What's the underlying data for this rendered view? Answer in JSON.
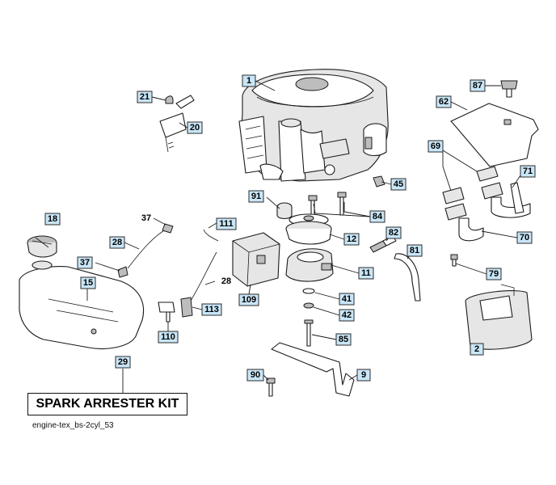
{
  "kit_label": "SPARK ARRESTER KIT",
  "reference_code": "engine-tex_bs-2cyl_53",
  "callouts": [
    "1",
    "21",
    "20",
    "87",
    "62",
    "69",
    "71",
    "45",
    "91",
    "84",
    "37",
    "111",
    "18",
    "28",
    "82",
    "81",
    "12",
    "37",
    "11",
    "70",
    "79",
    "15",
    "109",
    "28",
    "41",
    "42",
    "113",
    "110",
    "85",
    "2",
    "29",
    "90",
    "9"
  ]
}
